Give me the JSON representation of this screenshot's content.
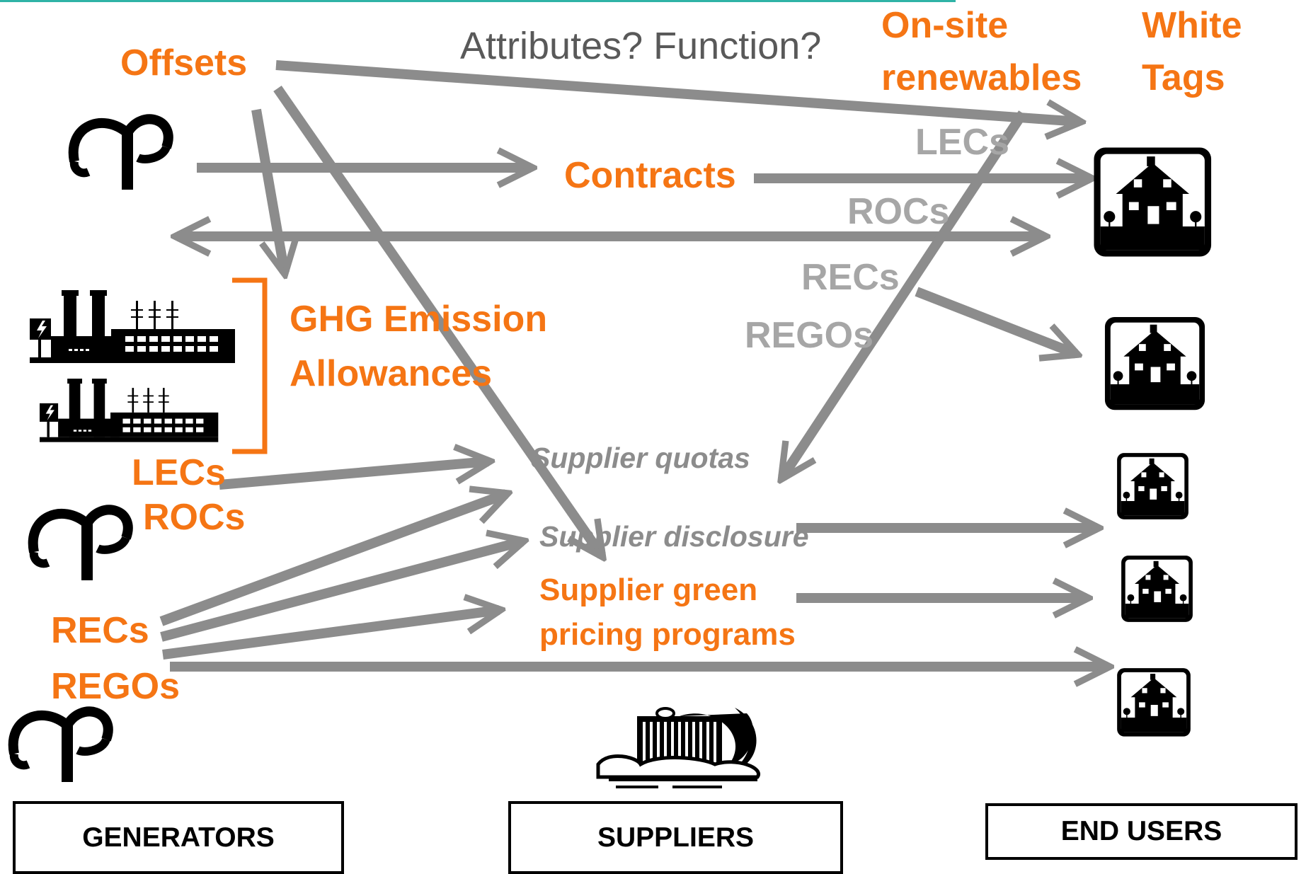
{
  "labels": {
    "question": "Attributes? Function?",
    "offsets": "Offsets",
    "onsite_line1": "On-site",
    "onsite_line2": "renewables",
    "white_line1": "White",
    "white_line2": "Tags",
    "contracts": "Contracts",
    "lecs_upper": "LECs",
    "rocs_upper": "ROCs",
    "recs_upper": "RECs",
    "regos_upper": "REGOs",
    "ghg_line1": "GHG Emission",
    "ghg_line2": "Allowances",
    "lecs_left": "LECs",
    "rocs_left": "ROCs",
    "recs_left": "RECs",
    "regos_left": "REGOs",
    "supplier_quotas": "Supplier quotas",
    "supplier_disclosure": "Supplier disclosure",
    "green_line1": "Supplier green",
    "green_line2": "pricing programs"
  },
  "boxes": {
    "generators": "GENERATORS",
    "suppliers": "SUPPLIERS",
    "end_users": "END USERS"
  },
  "icons": [
    "wind-turbine-icon",
    "power-plant-icon",
    "supplier-building-icon",
    "house-icon"
  ],
  "colors": {
    "orange": "#f57514",
    "arrow_grey": "#8c8c8c",
    "light_grey_text": "#a6a6a6",
    "accent_line": "#2fb3a6"
  }
}
